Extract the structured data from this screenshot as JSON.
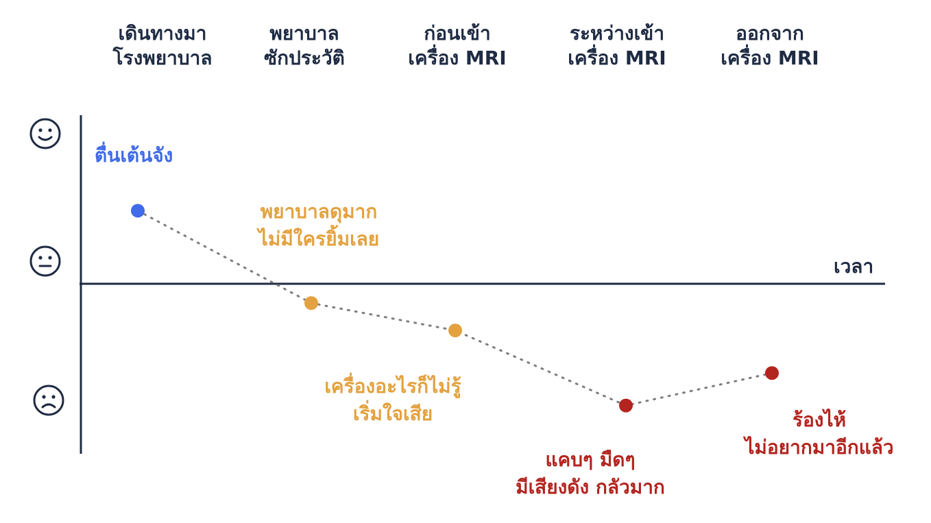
{
  "stages": [
    {
      "line1": "เดินทางมา",
      "line2": "โรงพยาบาล"
    },
    {
      "line1": "พยาบาล",
      "line2": "ซักประวัติ"
    },
    {
      "line1": "ก่อนเข้า",
      "line2": "เครื่อง MRI"
    },
    {
      "line1": "ระหว่างเข้า",
      "line2": "เครื่อง MRI"
    },
    {
      "line1": "ออกจาก",
      "line2": "เครื่อง MRI"
    }
  ],
  "axis": {
    "x_label": "เวลา",
    "faces": [
      "happy-face-icon",
      "neutral-face-icon",
      "sad-face-icon"
    ]
  },
  "colors": {
    "axis": "#1f2b43",
    "positive": "#3f6ae8",
    "neutral": "#e3a13f",
    "negative": "#b3241f",
    "connector": "#7d7d7d"
  },
  "journey_points": [
    {
      "stage": "เดินทางมา โรงพยาบาล",
      "sentiment": 0.72,
      "tone": "positive"
    },
    {
      "stage": "พยาบาล ซักประวัติ",
      "sentiment": -0.19,
      "tone": "neutral"
    },
    {
      "stage": "ก่อนเข้า เครื่อง MRI",
      "sentiment": -0.46,
      "tone": "neutral"
    },
    {
      "stage": "ระหว่างเข้า เครื่อง MRI",
      "sentiment": -1.2,
      "tone": "negative"
    },
    {
      "stage": "ออกจาก เครื่อง MRI",
      "sentiment": -0.88,
      "tone": "negative"
    }
  ],
  "annotations": [
    {
      "line1": "ตื่นเต้นจัง",
      "line2": "",
      "tone": "positive"
    },
    {
      "line1": "พยาบาลดุมาก",
      "line2": "ไม่มีใครยิ้มเลย",
      "tone": "neutral"
    },
    {
      "line1": "เครื่องอะไรก็ไม่รู้",
      "line2": "เริ่มใจเสีย",
      "tone": "neutral"
    },
    {
      "line1": "แคบๆ มืดๆ",
      "line2": "มีเสียงดัง กลัวมาก",
      "tone": "negative"
    },
    {
      "line1": "ร้องไห้",
      "line2": "ไม่อยากมาอีกแล้ว",
      "tone": "negative"
    }
  ]
}
